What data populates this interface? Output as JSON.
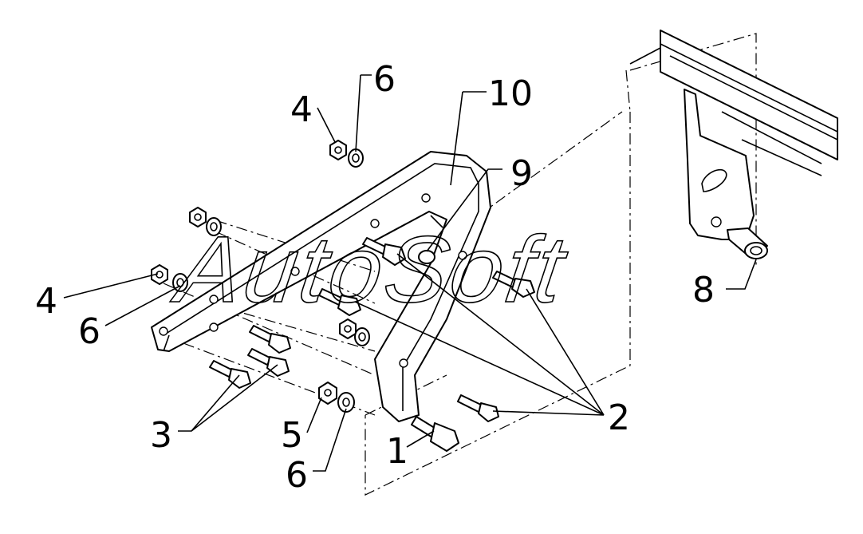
{
  "watermark": "AutoSoft",
  "callouts": {
    "c1": "1",
    "c2": "2",
    "c3": "3",
    "c4_top": "4",
    "c4_left": "4",
    "c5": "5",
    "c6_top": "6",
    "c6_left": "6",
    "c6_bottom": "6",
    "c8": "8",
    "c9": "9",
    "c10": "10"
  }
}
